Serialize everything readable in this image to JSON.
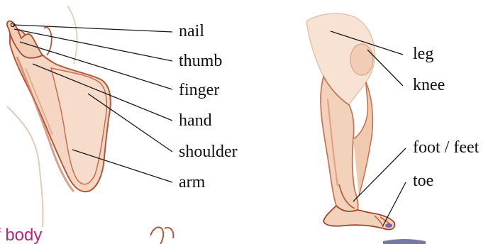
{
  "arm_labels": {
    "nail": "nail",
    "thumb": "thumb",
    "finger": "finger",
    "hand": "hand",
    "shoulder": "shoulder",
    "arm": "arm"
  },
  "leg_labels": {
    "leg": "leg",
    "knee": "knee",
    "foot": "foot / feet",
    "toe": "toe"
  },
  "section_title": "f body",
  "colors": {
    "skin": "#f3d2bc",
    "skin_shadow": "#c9775a",
    "outline": "#a2452b",
    "pointer_line": "#1a1a1a",
    "title": "#c0237a",
    "label_text": "#111111"
  }
}
